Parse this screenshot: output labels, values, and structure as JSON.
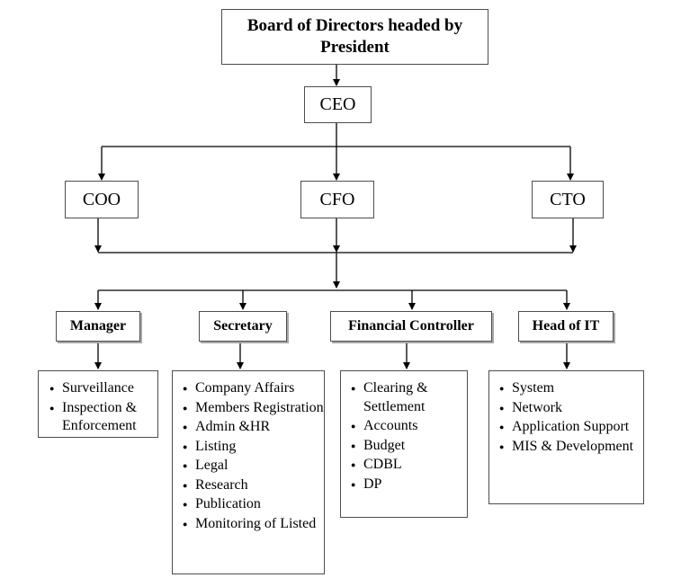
{
  "board": "Board of Directors headed by President",
  "ceo": "CEO",
  "executives": [
    "COO",
    "CFO",
    "CTO"
  ],
  "departments": [
    {
      "title": "Manager",
      "items": [
        "Surveillance",
        "Inspection & Enforcement"
      ]
    },
    {
      "title": "Secretary",
      "items": [
        "Company Affairs",
        "Members Registration",
        "Admin &HR",
        "Listing",
        "Legal",
        "Research",
        "Publication",
        "Monitoring of Listed"
      ]
    },
    {
      "title": "Financial Controller",
      "items": [
        "Clearing & Settlement",
        "Accounts",
        "Budget",
        "CDBL",
        "DP"
      ]
    },
    {
      "title": "Head of IT",
      "items": [
        "System",
        "Network",
        "Application Support",
        "MIS & Development"
      ]
    }
  ]
}
